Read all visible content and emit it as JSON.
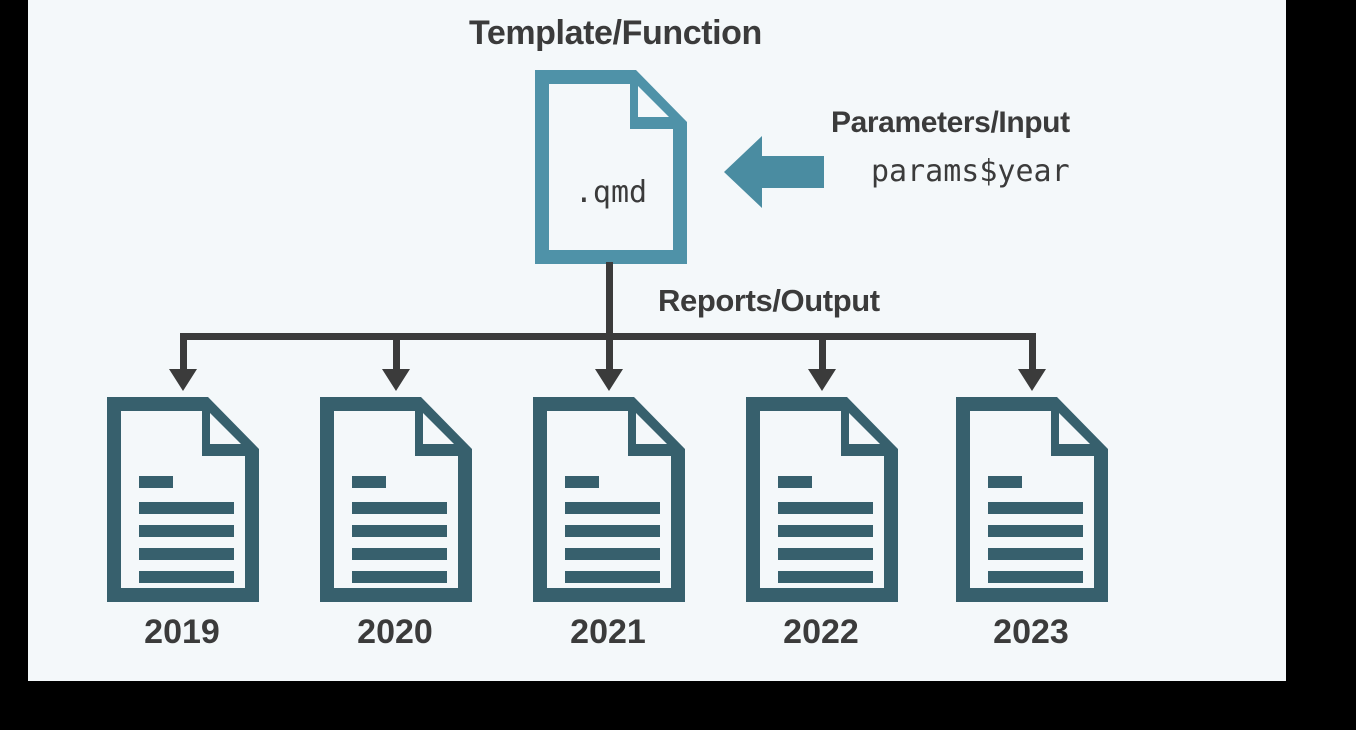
{
  "diagram": {
    "title": "Template/Function",
    "template_file_label": ".qmd",
    "input_label": "Parameters/Input",
    "input_value": "params$year",
    "output_label": "Reports/Output",
    "outputs": [
      {
        "year": "2019"
      },
      {
        "year": "2020"
      },
      {
        "year": "2021"
      },
      {
        "year": "2022"
      },
      {
        "year": "2023"
      }
    ],
    "colors": {
      "background": "#000000",
      "panel": "#f4f8fa",
      "template_teal": "#4f92a8",
      "arrow_teal": "#4a8ca1",
      "output_teal": "#37606d",
      "text_dark": "#3b3b3b"
    },
    "icons": {
      "template_doc": "document-icon",
      "input_arrow": "arrow-left-icon",
      "output_doc": "document-lines-icon",
      "branch_arrow": "arrow-down-icon"
    }
  }
}
